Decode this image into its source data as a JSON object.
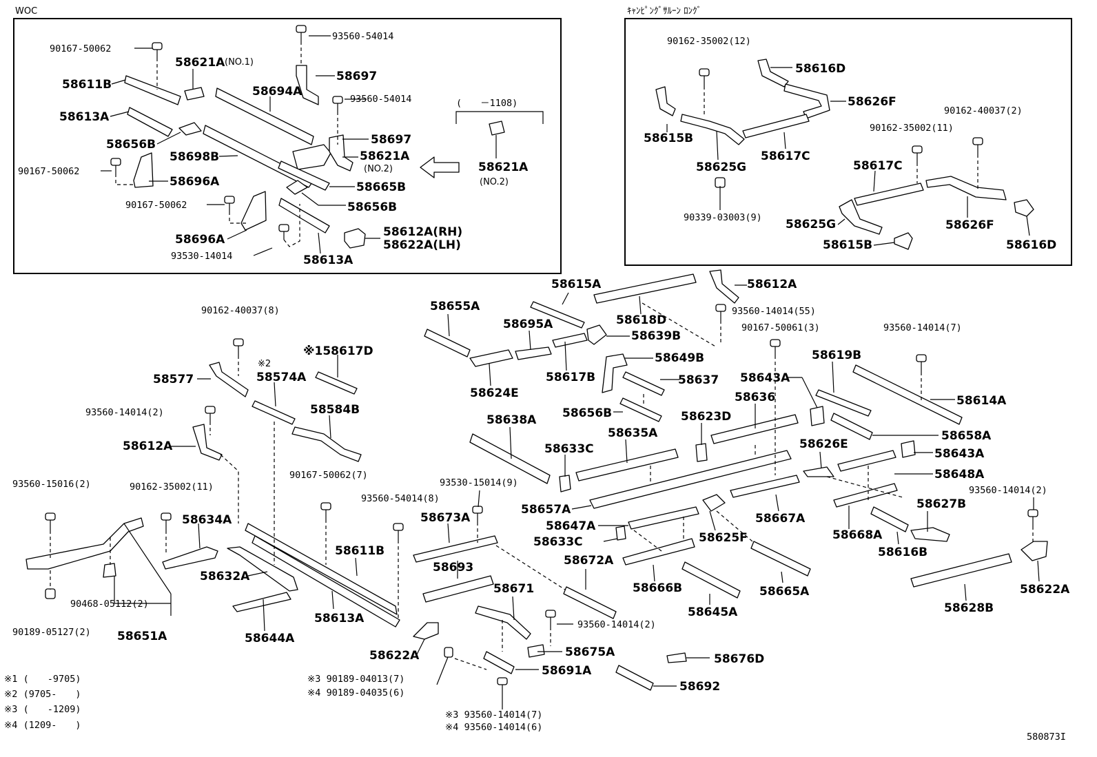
{
  "figure_id": "580873I",
  "sections": {
    "woc": "WOC",
    "camping": "ｷｬﾝﾋﾟﾝｸﾞｻﾙｰﾝ ﾛﾝｸﾞ"
  },
  "woc_inset": {
    "range_note": "(　　－1108)"
  },
  "legend": [
    "※1 (　　-9705)",
    "※2 (9705-　　)",
    "※3 (　　-1209)",
    "※4 (1209-　　)"
  ],
  "labels": {
    "w1": "90167-50062",
    "w2": "58621A",
    "w2b": "(NO.1)",
    "w3": "93560-54014",
    "w4": "58697",
    "w5": "58611B",
    "w6": "58694A",
    "w7": "93560-54014",
    "w8": "58613A",
    "w9": "58656B",
    "w10": "58698B",
    "w11": "58697",
    "w12": "58621A",
    "w12b": "(NO.2)",
    "w13": "90167-50062",
    "w14": "58696A",
    "w15": "58665B",
    "w16": "90167-50062",
    "w17": "58656B",
    "w18": "58696A",
    "w19": "58612A(RH)",
    "w20": "58622A(LH)",
    "w21": "93530-14014",
    "w22": "58613A",
    "w23": "58621A",
    "w23b": "(NO.2)",
    "c1": "90162-35002(12)",
    "c2": "58616D",
    "c3": "58626F",
    "c4": "58615B",
    "c5": "90162-40037(2)",
    "c6": "90162-35002(11)",
    "c7": "58617C",
    "c8": "58625G",
    "c9": "58617C",
    "c10": "90339-03003(9)",
    "c11": "58625G",
    "c12": "58626F",
    "c13": "58615B",
    "c14": "58616D",
    "m1": "90162-40037(8)",
    "m2": "58577",
    "m3": "※2",
    "m3b": "58574A",
    "m4": "※158617D",
    "m5": "93560-14014(2)",
    "m6": "58584B",
    "m7": "58612A",
    "m8": "93560-15016(2)",
    "m9": "90162-35002(11)",
    "m10": "58634A",
    "m11": "90167-50062(7)",
    "m12": "93560-54014(8)",
    "m13": "58632A",
    "m14": "58611B",
    "m15": "90468-05112(2)",
    "m16": "90189-05127(2)",
    "m17": "58651A",
    "m18": "58613A",
    "m19": "58644A",
    "r1": "58615A",
    "r2": "58612A",
    "r3": "58655A",
    "r4": "58618D",
    "r5": "58695A",
    "r6": "93560-14014(55)",
    "r7": "58639B",
    "r8": "90167-50061(3)",
    "r9": "93560-14014(7)",
    "r10": "58617B",
    "r11": "58649B",
    "r12": "58624E",
    "r13": "58637",
    "r14": "58619B",
    "r15": "58643A",
    "r16": "58636",
    "r17": "58614A",
    "r18": "58656B",
    "r19": "58623D",
    "r20": "58638A",
    "r21": "58658A",
    "r22": "58635A",
    "r23": "58633C",
    "r24": "58626E",
    "r25": "58643A",
    "r26": "93530-15014(9)",
    "r27": "58648A",
    "r28": "58673A",
    "r29": "58657A",
    "r30": "93560-14014(2)",
    "r31": "58647A",
    "r32": "58667A",
    "r33": "58627B",
    "r34": "58633C",
    "r35": "58625F",
    "r36": "58668A",
    "r37": "58693",
    "r38": "58616B",
    "r39": "58672A",
    "r40": "58671",
    "r41": "58666B",
    "r42": "58665A",
    "r43": "58622A",
    "r44": "58645A",
    "r45": "58628B",
    "r46": "93560-14014(2)",
    "r47": "58622A",
    "r48": "58675A",
    "r49": "※3 90189-04013(7)",
    "r50": "※4 90189-04035(6)",
    "r51": "58676D",
    "r52": "58691A",
    "r53": "58692",
    "r54": "※3 93560-14014(7)",
    "r55": "※4 93560-14014(6)"
  }
}
